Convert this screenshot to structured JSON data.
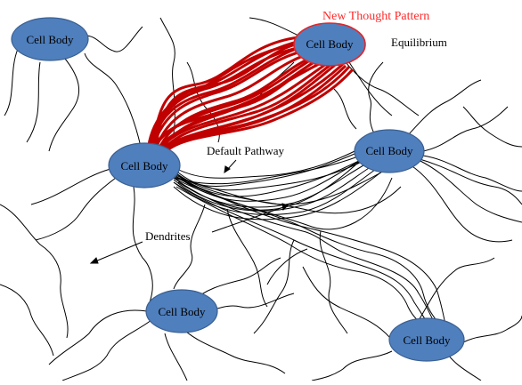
{
  "labels": {
    "new_thought_pattern": "New Thought Pattern",
    "equilibrium": "Equilibrium",
    "default_pathway": "Default Pathway",
    "dendrites": "Dendrites"
  },
  "cell_bodies": [
    {
      "id": "top-left",
      "label": "Cell Body"
    },
    {
      "id": "top-right",
      "label": "Cell Body"
    },
    {
      "id": "center-left",
      "label": "Cell Body"
    },
    {
      "id": "center-right",
      "label": "Cell Body"
    },
    {
      "id": "bottom-center",
      "label": "Cell Body"
    },
    {
      "id": "bottom-right",
      "label": "Cell Body"
    }
  ],
  "colors": {
    "cell_fill": "#4f7fbd",
    "cell_stroke": "#3a5f91",
    "new_pattern": "#c00000",
    "new_pattern_label": "#ff2a2a",
    "dendrite": "#000000"
  }
}
